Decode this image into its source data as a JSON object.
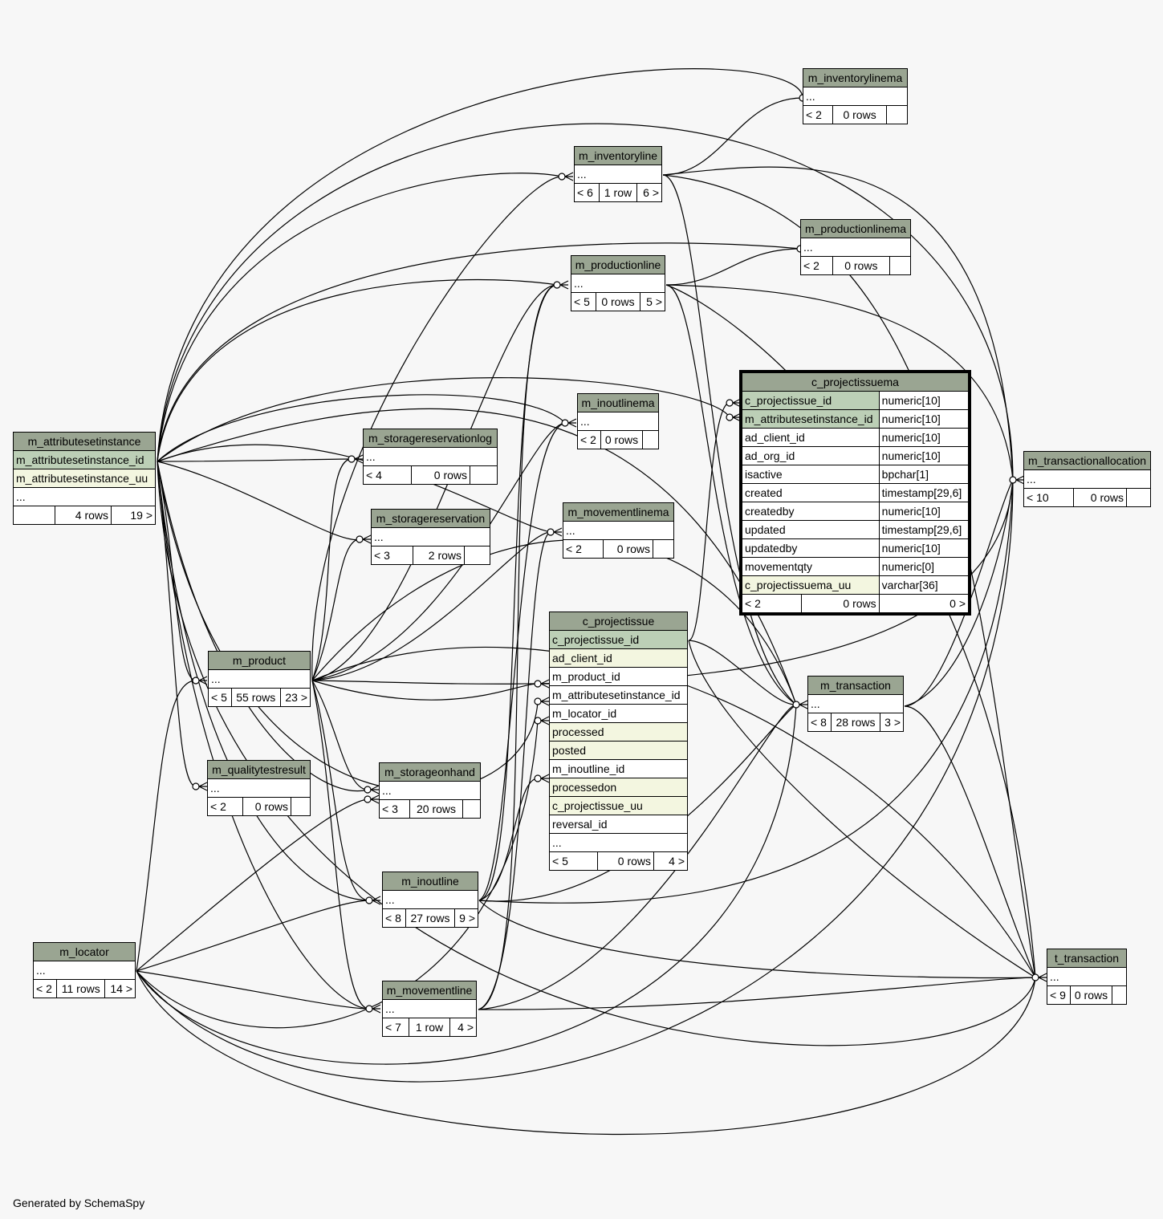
{
  "footer": "Generated by SchemaSpy",
  "tables": {
    "m_inventorylinema": {
      "name": "m_inventorylinema",
      "more": "...",
      "left": "< 2",
      "rows": "0 rows",
      "right": ""
    },
    "m_inventoryline": {
      "name": "m_inventoryline",
      "more": "...",
      "left": "< 6",
      "rows": "1 row",
      "right": "6 >"
    },
    "m_productionlinema": {
      "name": "m_productionlinema",
      "more": "...",
      "left": "< 2",
      "rows": "0 rows",
      "right": ""
    },
    "m_productionline": {
      "name": "m_productionline",
      "more": "...",
      "left": "< 5",
      "rows": "0 rows",
      "right": "5 >"
    },
    "m_inoutlinema": {
      "name": "m_inoutlinema",
      "more": "...",
      "left": "< 2",
      "rows": "0 rows",
      "right": ""
    },
    "m_storagereservationlog": {
      "name": "m_storagereservationlog",
      "more": "...",
      "left": "< 4",
      "rows": "0 rows",
      "right": ""
    },
    "m_storagereservation": {
      "name": "m_storagereservation",
      "more": "...",
      "left": "< 3",
      "rows": "2 rows",
      "right": ""
    },
    "m_movementlinema": {
      "name": "m_movementlinema",
      "more": "...",
      "left": "< 2",
      "rows": "0 rows",
      "right": ""
    },
    "m_product": {
      "name": "m_product",
      "more": "...",
      "left": "< 5",
      "rows": "55 rows",
      "right": "23 >"
    },
    "m_qualitytestresult": {
      "name": "m_qualitytestresult",
      "more": "...",
      "left": "< 2",
      "rows": "0 rows",
      "right": ""
    },
    "m_storageonhand": {
      "name": "m_storageonhand",
      "more": "...",
      "left": "< 3",
      "rows": "20 rows",
      "right": ""
    },
    "m_inoutline": {
      "name": "m_inoutline",
      "more": "...",
      "left": "< 8",
      "rows": "27 rows",
      "right": "9 >"
    },
    "m_movementline": {
      "name": "m_movementline",
      "more": "...",
      "left": "< 7",
      "rows": "1 row",
      "right": "4 >"
    },
    "m_locator": {
      "name": "m_locator",
      "more": "...",
      "left": "< 2",
      "rows": "11 rows",
      "right": "14 >"
    },
    "m_transaction": {
      "name": "m_transaction",
      "more": "...",
      "left": "< 8",
      "rows": "28 rows",
      "right": "3 >"
    },
    "m_transactionallocation": {
      "name": "m_transactionallocation",
      "more": "...",
      "left": "< 10",
      "rows": "0 rows",
      "right": ""
    },
    "t_transaction": {
      "name": "t_transaction",
      "more": "...",
      "left": "< 9",
      "rows": "0 rows",
      "right": ""
    }
  },
  "m_attributesetinstance": {
    "name": "m_attributesetinstance",
    "columns": [
      "m_attributesetinstance_id",
      "m_attributesetinstance_uu",
      "..."
    ],
    "left": "",
    "rows": "4 rows",
    "right": "19 >"
  },
  "c_projectissue": {
    "name": "c_projectissue",
    "columns": [
      "c_projectissue_id",
      "ad_client_id",
      "m_product_id",
      "m_attributesetinstance_id",
      "m_locator_id",
      "processed",
      "posted",
      "m_inoutline_id",
      "processedon",
      "c_projectissue_uu",
      "reversal_id",
      "..."
    ],
    "left": "< 5",
    "rows": "0 rows",
    "right": "4 >"
  },
  "c_projectissuema": {
    "name": "c_projectissuema",
    "columns": [
      {
        "name": "c_projectissue_id",
        "type": "numeric[10]"
      },
      {
        "name": "m_attributesetinstance_id",
        "type": "numeric[10]"
      },
      {
        "name": "ad_client_id",
        "type": "numeric[10]"
      },
      {
        "name": "ad_org_id",
        "type": "numeric[10]"
      },
      {
        "name": "isactive",
        "type": "bpchar[1]"
      },
      {
        "name": "created",
        "type": "timestamp[29,6]"
      },
      {
        "name": "createdby",
        "type": "numeric[10]"
      },
      {
        "name": "updated",
        "type": "timestamp[29,6]"
      },
      {
        "name": "updatedby",
        "type": "numeric[10]"
      },
      {
        "name": "movementqty",
        "type": "numeric[0]"
      },
      {
        "name": "c_projectissuema_uu",
        "type": "varchar[36]"
      }
    ],
    "left": "< 2",
    "rows": "0 rows",
    "right": "0 >"
  },
  "colors": {
    "header": "#9aa592",
    "primary_key": "#bccfb6",
    "indexed": "#f3f6e0",
    "background": "#f7f7f7"
  }
}
